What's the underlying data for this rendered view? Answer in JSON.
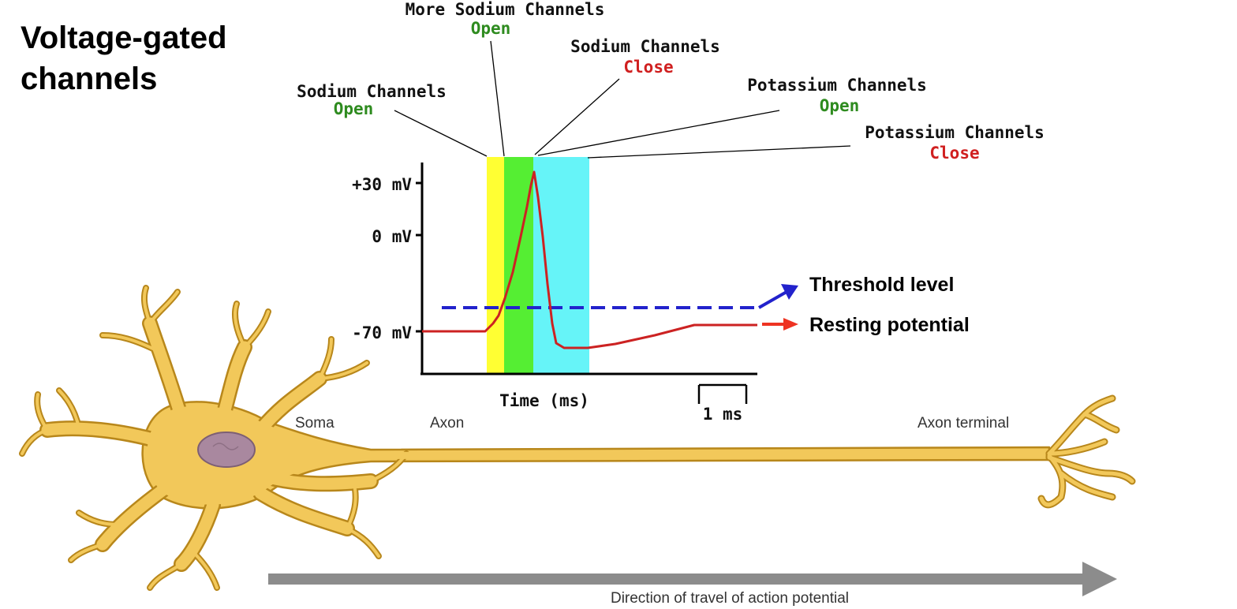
{
  "title": {
    "line1": "Voltage-gated",
    "line2": "channels"
  },
  "events": {
    "na_open": {
      "label": "Sodium Channels",
      "state": "Open"
    },
    "more_na": {
      "label": "More Sodium Channels",
      "state": "Open"
    },
    "na_close": {
      "label": "Sodium Channels",
      "state": "Close"
    },
    "k_open": {
      "label": "Potassium Channels",
      "state": "Open"
    },
    "k_close": {
      "label": "Potassium Channels",
      "state": "Close"
    }
  },
  "graph": {
    "y_ticks": [
      "+30 mV",
      "0 mV",
      "-70 mV"
    ],
    "x_label": "Time (ms)",
    "scale_label": "1 ms"
  },
  "legend": {
    "threshold": "Threshold level",
    "resting": "Resting potential"
  },
  "neuron": {
    "soma": "Soma",
    "axon": "Axon",
    "terminal": "Axon terminal"
  },
  "direction": "Direction of travel of action potential",
  "colors": {
    "open": "#2e8b1f",
    "close": "#d02020",
    "trace": "#cc2222",
    "threshold": "#2222cc",
    "neuron_fill": "#f2c85a",
    "neuron_stroke": "#b8871b",
    "nucleus": "#a9889f",
    "band_yellow": "#ffff33",
    "band_green": "#55ee33",
    "band_cyan": "#66f4f8",
    "arrow_gray": "#8c8c8c"
  }
}
